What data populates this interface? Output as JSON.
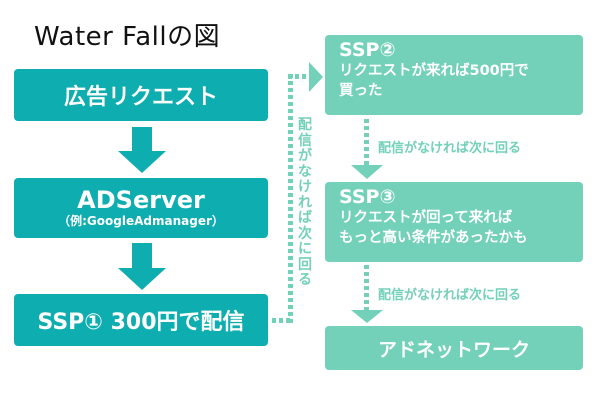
{
  "title": "Water Fallの図",
  "colors": {
    "primary": "#0eadb0",
    "secondary": "#73d0b9"
  },
  "left_flow": {
    "ad_request": "広告リクエスト",
    "ad_server": "ADServer",
    "ad_server_example": "（例:GoogleAdmanager）",
    "ssp1": "SSP① 300円で配信"
  },
  "right_flow": {
    "ssp2_title": "SSP②",
    "ssp2_text_1": "リクエストが来れば500円で",
    "ssp2_text_2": "買った",
    "ssp3_title": "SSP③",
    "ssp3_text_1": "リクエストが回って来れば",
    "ssp3_text_2": "もっと高い条件があったかも",
    "ad_network": "アドネットワーク"
  },
  "notes": {
    "vertical": "配信がなければ次に回る",
    "between_2_3": "配信がなければ次に回る",
    "between_3_net": "配信がなければ次に回る"
  }
}
